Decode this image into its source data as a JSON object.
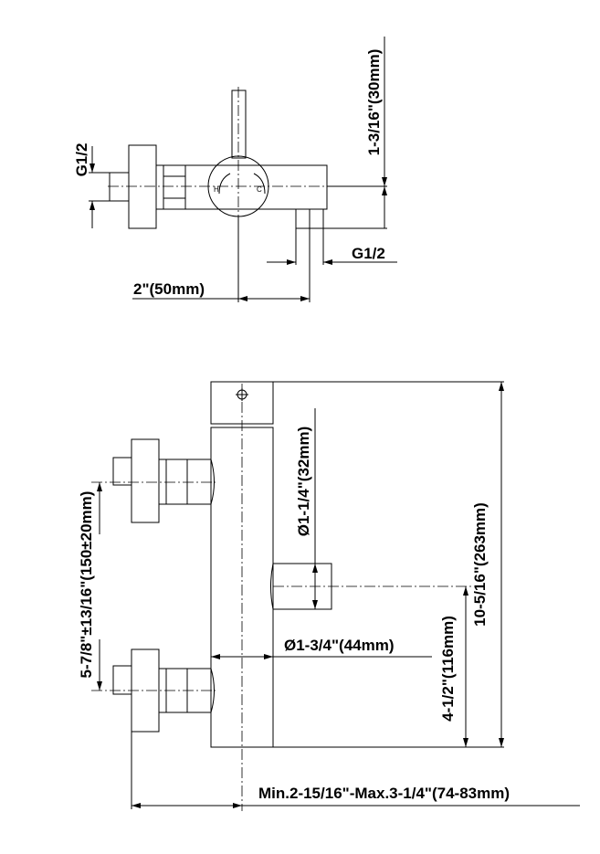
{
  "top_view": {
    "g12_left": "G1/2",
    "height_dim": "1-3/16\"(30mm)",
    "g12_bottom": "G1/2",
    "offset_dim": "2\"(50mm)",
    "hot_mark": "H",
    "cold_mark": "C"
  },
  "front_view": {
    "inlet_spacing": "5-7/8\"±13/16\"(150±20mm)",
    "outlet_diameter": "Ø1-1/4\"(32mm)",
    "total_height": "10-5/16\"(263mm)",
    "outlet_height": "4-1/2\"(116mm)",
    "body_diameter": "Ø1-3/4\"(44mm)",
    "wall_distance": "Min.2-15/16\"-Max.3-1/4\"(74-83mm)"
  }
}
